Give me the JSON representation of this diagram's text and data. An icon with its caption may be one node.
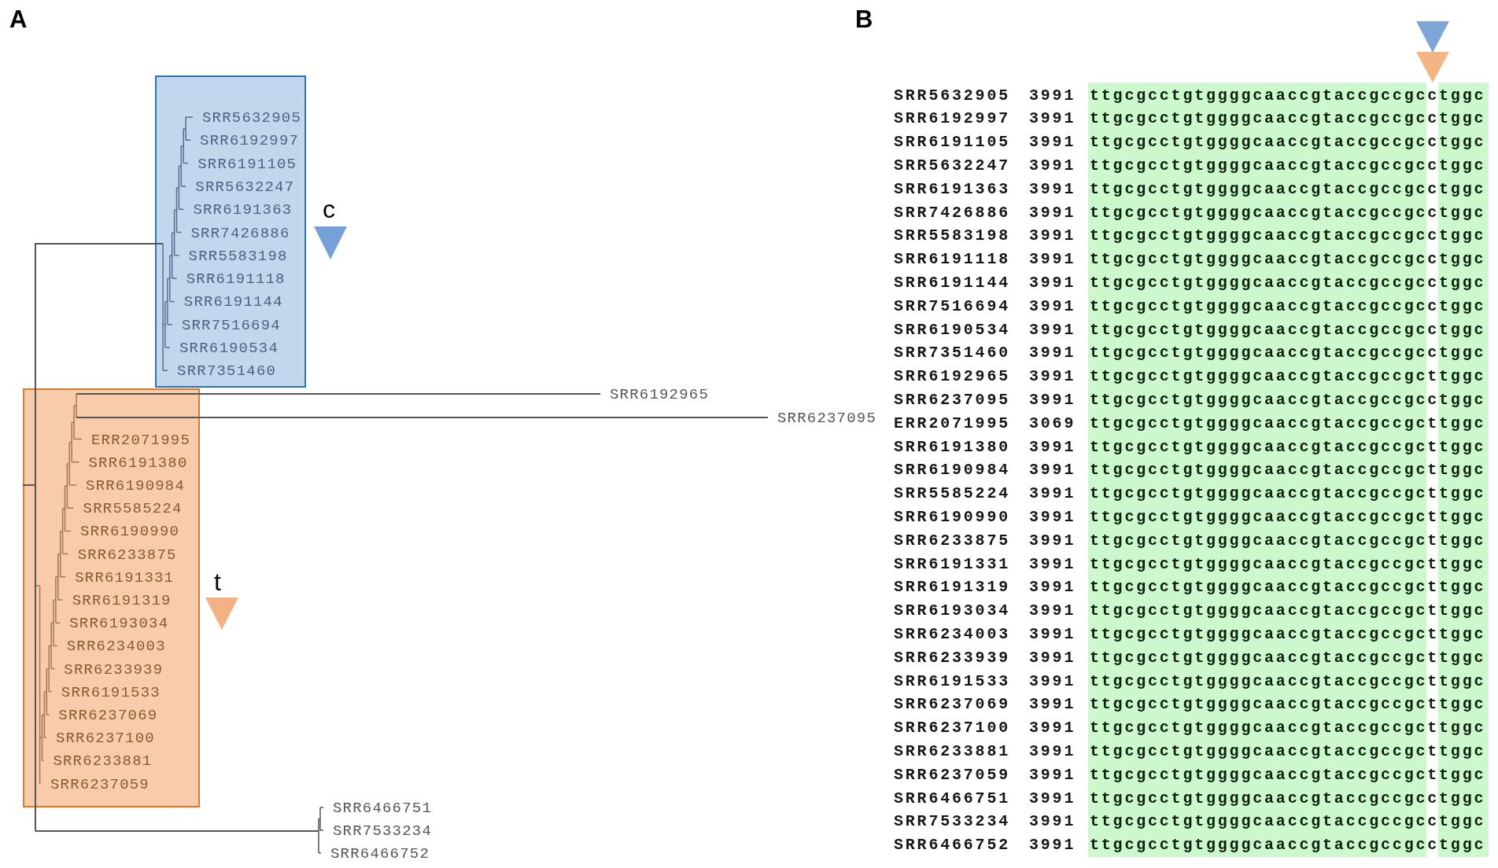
{
  "diagram": {
    "nodes": [
      {
        "text": [
          "SRR5632905",
          "SRR6192997",
          "SRR6191105",
          "SRR5632247",
          "SRR6191363",
          "SRR7426886",
          "SRR5583198",
          "SRR6191118",
          "SRR6191144",
          "SRR7516694",
          "SRR6190534",
          "SRR7351460"
        ],
        "beside": [
          "c"
        ]
      },
      {
        "text": [
          "ERR2071995",
          "SRR6191380",
          "SRR6190984",
          "SRR5585224",
          "SRR6190990",
          "SRR6233875",
          "SRR6191331",
          "SRR6191319",
          "SRR6193034",
          "SRR6234003",
          "SRR6233939",
          "SRR6191533",
          "SRR6237069",
          "SRR6237100",
          "SRR6233881",
          "SRR6237059"
        ],
        "beside": [
          "t"
        ]
      },
      {
        "text": [
          "ttgcgcctgtggggcaaccgtaccgccgcctggc",
          "ttgcgcctgtggggcaaccgtaccgccgcctggc",
          "ttgcgcctgtggggcaaccgtaccgccgcctggc",
          "ttgcgcctgtggggcaaccgtaccgccgcctggc",
          "ttgcgcctgtggggcaaccgtaccgccgcctggc",
          "ttgcgcctgtggggcaaccgtaccgccgcctggc",
          "ttgcgcctgtggggcaaccgtaccgccgcctggc",
          "ttgcgcctgtggggcaaccgtaccgccgcctggc",
          "ttgcgcctgtggggcaaccgtaccgccgcctggc",
          "ttgcgcctgtggggcaaccgtaccgccgcctggc",
          "ttgcgcctgtggggcaaccgtaccgccgcctggc",
          "ttgcgcctgtggggcaaccgtaccgccgcctggc",
          "ttgcgcctgtggggcaaccgtaccgccgcttggc",
          "ttgcgcctgtggggcaaccgtaccgccgcctggc",
          "ttgcgcctgtggggcaaccgtaccgccgcttggc",
          "ttgcgcctgtggggcaaccgtaccgccgcttggc",
          "ttgcgcctgtggggcaaccgtaccgccgcttggc",
          "ttgcgcctgtggggcaaccgtaccgccgcttggc",
          "ttgcgcctgtggggcaaccgtaccgccgcttggc",
          "ttgcgcctgtggggcaaccgtaccgccgcttggc",
          "ttgcgcctgtggggcaaccgtaccgccgcttggc",
          "ttgcgcctgtggggcaaccgtaccgccgcttggc",
          "ttgcgcctgtggggcaaccgtaccgccgcttggc",
          "ttgcgcctgtggggcaaccgtaccgccgcttggc",
          "ttgcgcctgtggggcaaccgtaccgccgcttggc",
          "ttgcgcctgtggggcaaccgtaccgccgcttggc",
          "ttgcgcctgtggggcaaccgtaccgccgcttggc",
          "ttgcgcctgtggggcaaccgtaccgccgcttggc",
          "ttgcgcctgtggggcaaccgtaccgccgcttggc",
          "ttgcgcctgtggggcaaccgtaccgccgcttggc",
          "ttgcgcctgtggggcaaccgtaccgccgcctggc",
          "ttgcgcctgtggggcaaccgtaccgccgcctggc",
          "ttgcgcctgtggggcaaccgtaccgccgcctggc"
        ]
      }
    ],
    "edges": [
      {
        "from": 0,
        "to": 1,
        "arrow": "none"
      }
    ],
    "labels": [
      "A",
      "SRR6192965",
      "SRR6237095",
      "SRR6466751",
      "SRR7533234",
      "SRR6466752",
      "B",
      "SRR5632905",
      "3991",
      "SRR6192997",
      "3991",
      "SRR6191105",
      "3991",
      "SRR5632247",
      "3991",
      "SRR6191363",
      "3991",
      "SRR7426886",
      "3991",
      "SRR5583198",
      "3991",
      "SRR6191118",
      "3991",
      "SRR6191144",
      "3991",
      "SRR7516694",
      "3991",
      "SRR6190534",
      "3991",
      "SRR7351460",
      "3991",
      "SRR6192965",
      "3991",
      "SRR6237095",
      "3991",
      "ERR2071995",
      "3069",
      "SRR6191380",
      "3991",
      "SRR6190984",
      "3991",
      "SRR5585224",
      "3991",
      "SRR6190990",
      "3991",
      "SRR6233875",
      "3991",
      "SRR6191331",
      "3991",
      "SRR6191319",
      "3991",
      "SRR6193034",
      "3991",
      "SRR6234003",
      "3991",
      "SRR6233939",
      "3991",
      "SRR6191533",
      "3991",
      "SRR6237069",
      "3991",
      "SRR6237100",
      "3991",
      "SRR6233881",
      "3991",
      "SRR6237059",
      "3991",
      "SRR6466751",
      "3991",
      "SRR7533234",
      "3991",
      "SRR6466752",
      "3991"
    ]
  }
}
